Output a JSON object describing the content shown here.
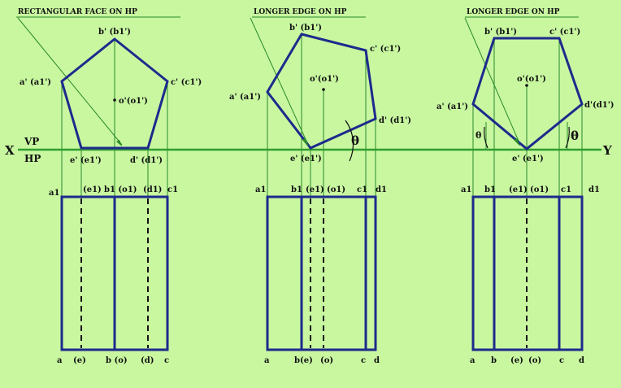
{
  "headings": {
    "view1": "RECTANGULAR FACE ON HP",
    "view2": "LONGER EDGE ON HP",
    "view3": "LONGER EDGE ON HP"
  },
  "reference_line": {
    "left": "X",
    "right": "Y",
    "upper": "VP",
    "lower": "HP"
  },
  "view1": {
    "front": {
      "b": "b' (b1')",
      "a": "a' (a1')",
      "c": "c' (c1')",
      "o": "o'(o1')",
      "e": "e' (e1')",
      "d": "d' (d1')"
    },
    "top_upper": {
      "a1": "a1",
      "e1": "(e1)",
      "b1": "b1 (o1)",
      "d1": "(d1)",
      "c1": "c1"
    },
    "top_lower": {
      "a": "a",
      "e": "(e)",
      "b": "b (o)",
      "d": "(d)",
      "c": "c"
    }
  },
  "view2": {
    "front": {
      "b": "b' (b1')",
      "c": "c' (c1')",
      "a": "a' (a1')",
      "o": "o'(o1')",
      "d": "d' (d1')",
      "e": "e' (e1')"
    },
    "angle": "θ",
    "top_upper": {
      "a1": "a1",
      "b1": "b1",
      "e1": "(e1)",
      "o1": "(o1)",
      "c1": "c1",
      "d1": "d1"
    },
    "top_lower": {
      "a": "a",
      "b": "b(e)",
      "o": "(o)",
      "c": "c",
      "d": "d"
    }
  },
  "view3": {
    "front": {
      "b": "b' (b1')",
      "c": "c' (c1')",
      "o": "o'(o1')",
      "a": "a' (a1')",
      "d": "d'(d1')",
      "e": "e' (e1')"
    },
    "angle_left": "θ",
    "angle_right": "θ",
    "top_upper": {
      "a1": "a1",
      "b1": "b1",
      "e1": "(e1)",
      "o1": "(o1)",
      "c1": "c1",
      "d1": "d1"
    },
    "top_lower": {
      "a": "a",
      "b": "b",
      "e": "(e)",
      "o": "(o)",
      "c": "c",
      "d": "d"
    }
  },
  "colors": {
    "background": "#c8f7a0",
    "outline": "#1e2a8c",
    "projector": "#2a8a2a",
    "xy_line": "#2f9e2f",
    "text": "#111111"
  }
}
